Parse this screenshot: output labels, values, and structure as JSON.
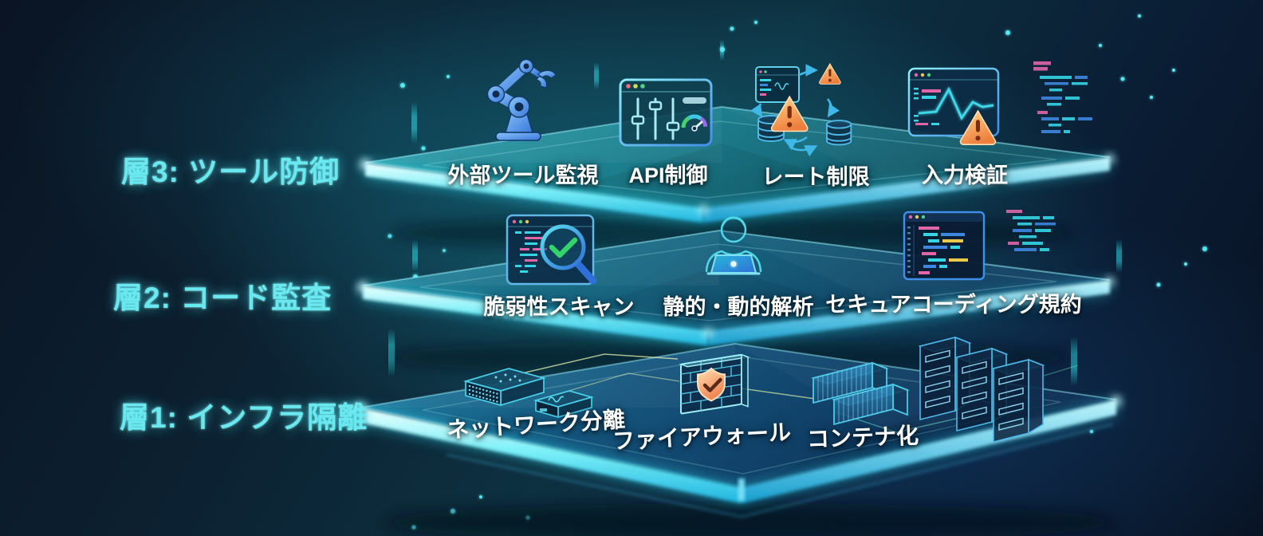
{
  "diagram": {
    "layers": [
      {
        "label": "層3: ツール防御",
        "items": [
          {
            "label": "外部ツール監視",
            "icon": "robot-arm-icon"
          },
          {
            "label": "API制御",
            "icon": "control-panel-gauge-icon"
          },
          {
            "label": "レート制限",
            "icon": "rate-limit-warning-icon"
          },
          {
            "label": "入力検証",
            "icon": "input-validation-warning-icon"
          }
        ]
      },
      {
        "label": "層2: コード監査",
        "items": [
          {
            "label": "脆弱性スキャン",
            "icon": "code-scan-magnifier-icon"
          },
          {
            "label": "静的・動的解析",
            "icon": "analyst-laptop-icon"
          },
          {
            "label": "セキュアコーディング規約",
            "icon": "code-editor-window-icon"
          }
        ]
      },
      {
        "label": "層1: インフラ隔離",
        "items": [
          {
            "label": "ネットワーク分離",
            "icon": "network-devices-icon"
          },
          {
            "label": "ファイアウォール",
            "icon": "firewall-shield-icon"
          },
          {
            "label": "コンテナ化",
            "icon": "shipping-containers-icon"
          }
        ]
      }
    ],
    "decorations": [
      "server-rack-towers",
      "code-snippet-lines",
      "glow-dots",
      "light-beams"
    ],
    "colors": {
      "layer_label": "#69e9ef",
      "item_label": "#ffffff",
      "platform_edge_glow": "#4deef8",
      "warning_accent": "#f59a4b",
      "background_navy": "#0a1424",
      "background_teal": "#0d3141"
    }
  }
}
